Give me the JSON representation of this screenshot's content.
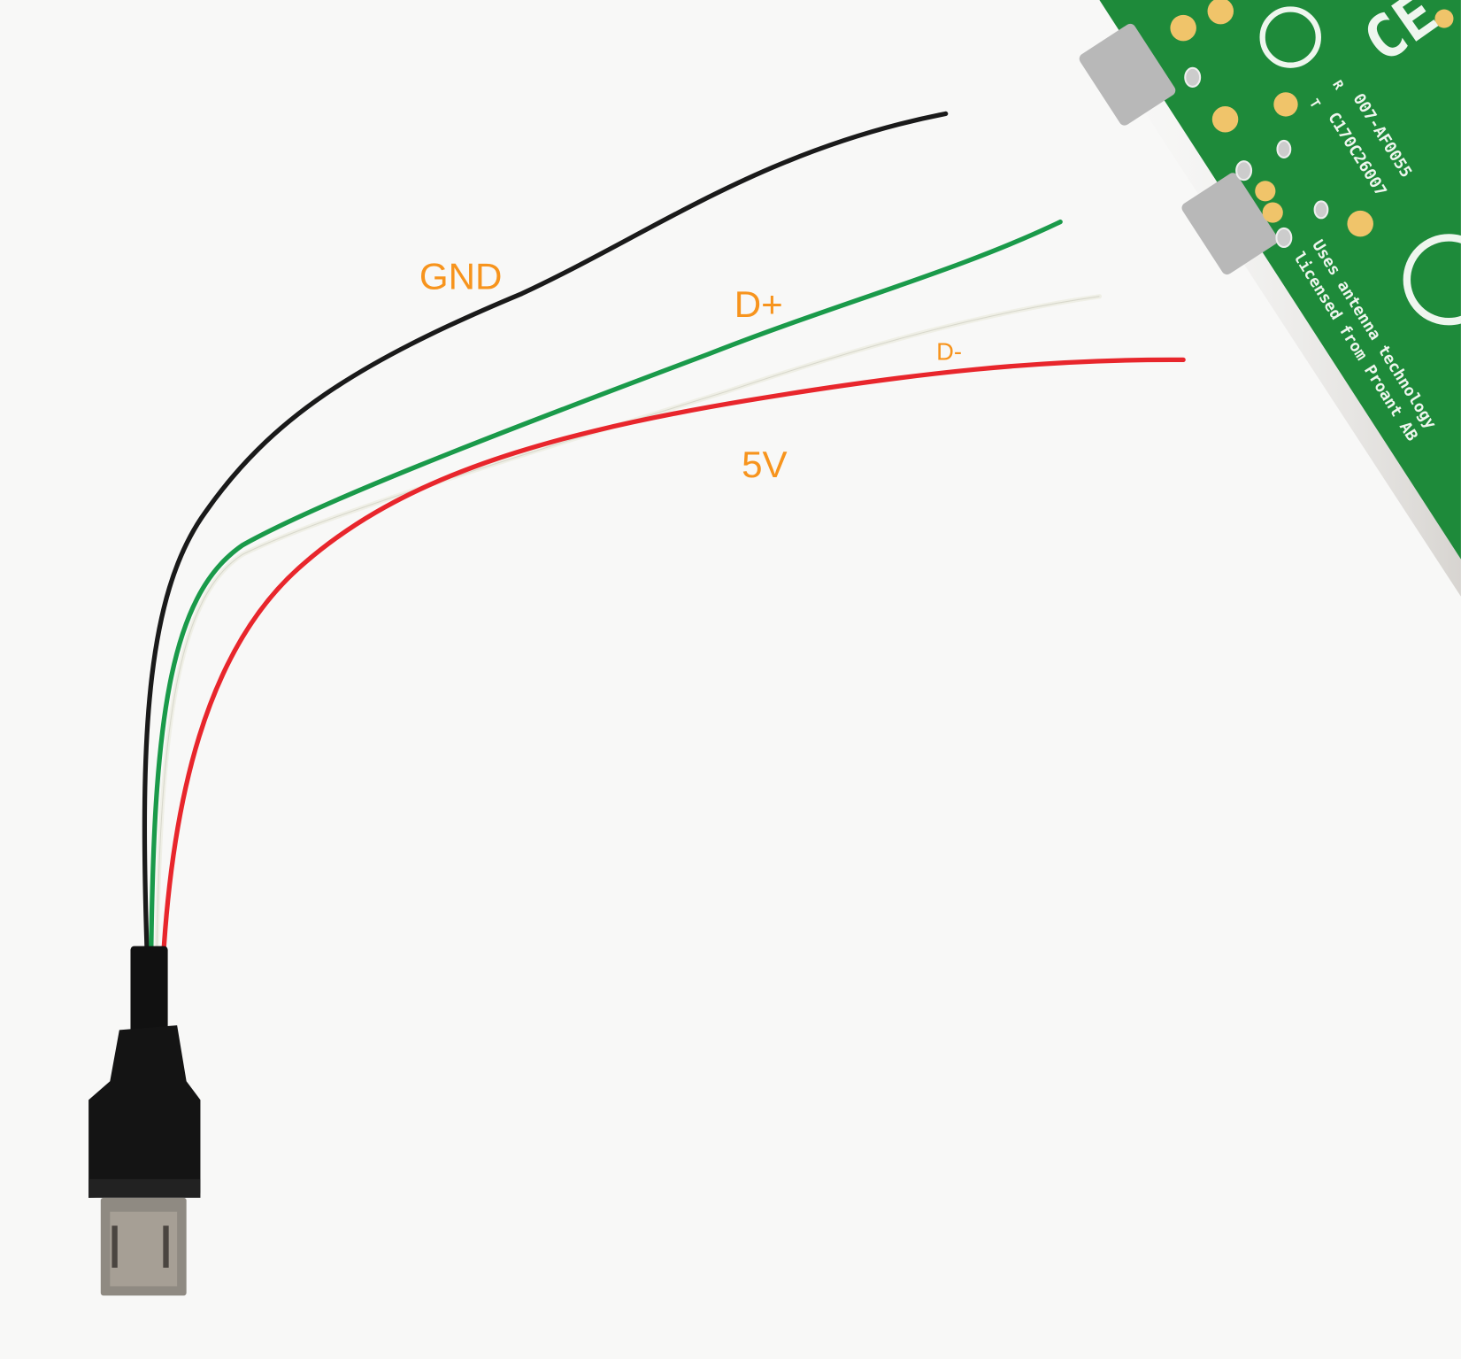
{
  "labels": {
    "gnd": "GND",
    "d_plus": "D+",
    "d_minus": "D-",
    "v5": "5V"
  },
  "label_color": "#f7941d",
  "wire_colors": {
    "gnd": "#1a1a1a",
    "d_plus": "#1a9a4a",
    "d_minus": "#f4f4ee",
    "v5": "#e8262c"
  },
  "pcb_text": {
    "line1": "007-AF0055",
    "line2": "C170C26007",
    "line3": "Uses antenna technology",
    "line4": "licensed from Proant AB",
    "ce_mark": "CE",
    "r_mark": "R",
    "t_mark": "T"
  },
  "pcb_color": "#1e8a3a"
}
